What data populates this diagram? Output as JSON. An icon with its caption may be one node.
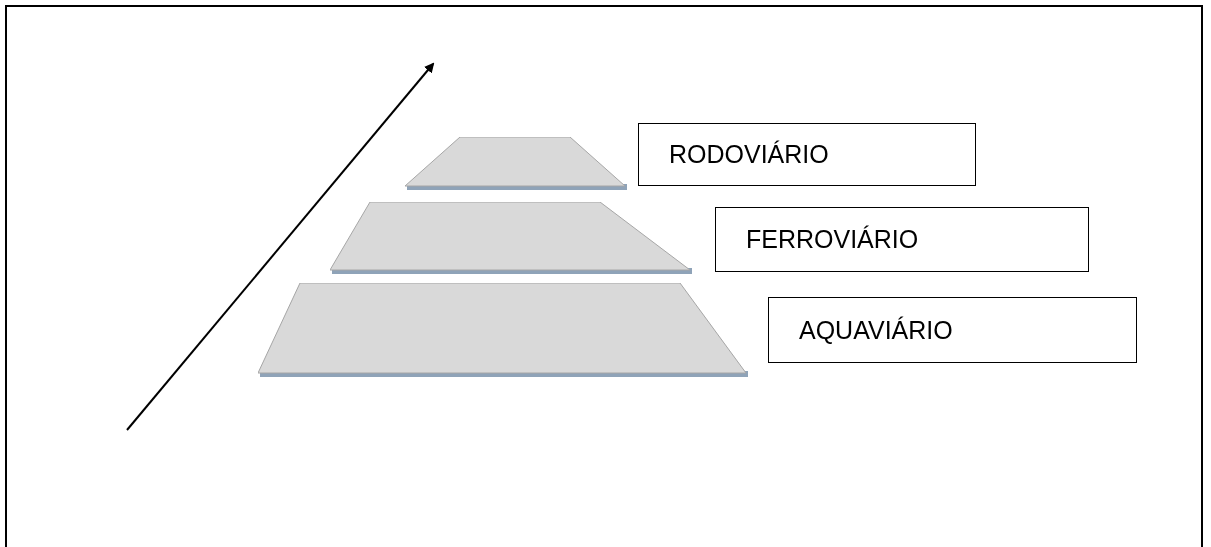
{
  "diagram": {
    "nodes": [
      {
        "text": [],
        "shape": "trapezoid"
      },
      {
        "text": [
          "RODOVIÁRIO"
        ]
      },
      {
        "text": [],
        "shape": "trapezoid"
      },
      {
        "text": [
          "FERROVIÁRIO"
        ]
      },
      {
        "text": [],
        "shape": "trapezoid"
      },
      {
        "text": [
          "AQUAVIÁRIO"
        ]
      }
    ],
    "edges": []
  }
}
